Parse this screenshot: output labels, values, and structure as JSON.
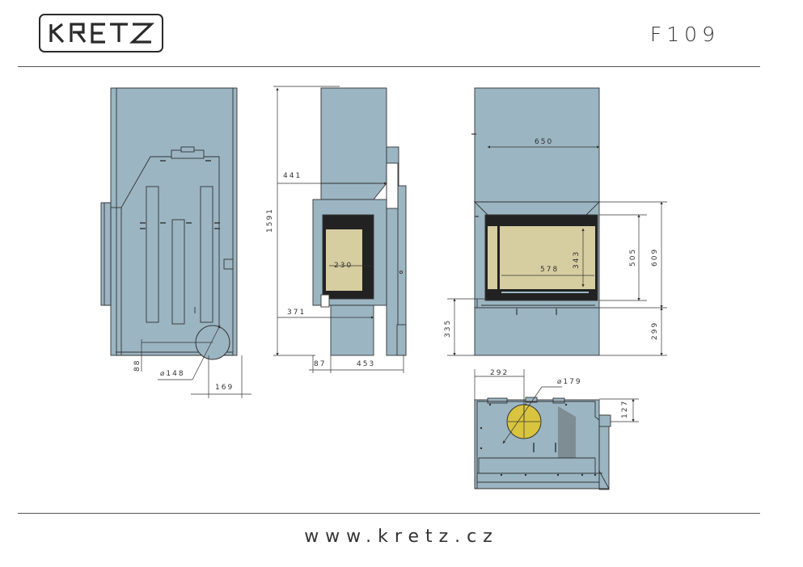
{
  "header": {
    "brand": "KRETZ",
    "model": "F109"
  },
  "footer": {
    "url": "www.kretz.cz"
  },
  "dimensions": {
    "side_flue_offset": "88",
    "side_flue_dia": "⌀148",
    "side_flue_dist": "169",
    "side_total_height": "1591",
    "side_top_depth": "441",
    "side_glass_width": "230",
    "side_bottom_depth": "371",
    "side_base_a": "87",
    "side_base_b": "453",
    "front_width": "650",
    "front_glass_width": "578",
    "front_glass_height": "343",
    "front_opening_height": "505",
    "front_frame_height": "609",
    "front_base_height": "335",
    "front_floor_height": "299",
    "top_offset": "292",
    "top_flue_dia": "⌀179",
    "top_depth": "127"
  },
  "colors": {
    "body": "#9bb5c2",
    "glass": "#d6cda0",
    "frame": "#222222",
    "flue_top": "#d8c43e",
    "line": "#333333"
  }
}
